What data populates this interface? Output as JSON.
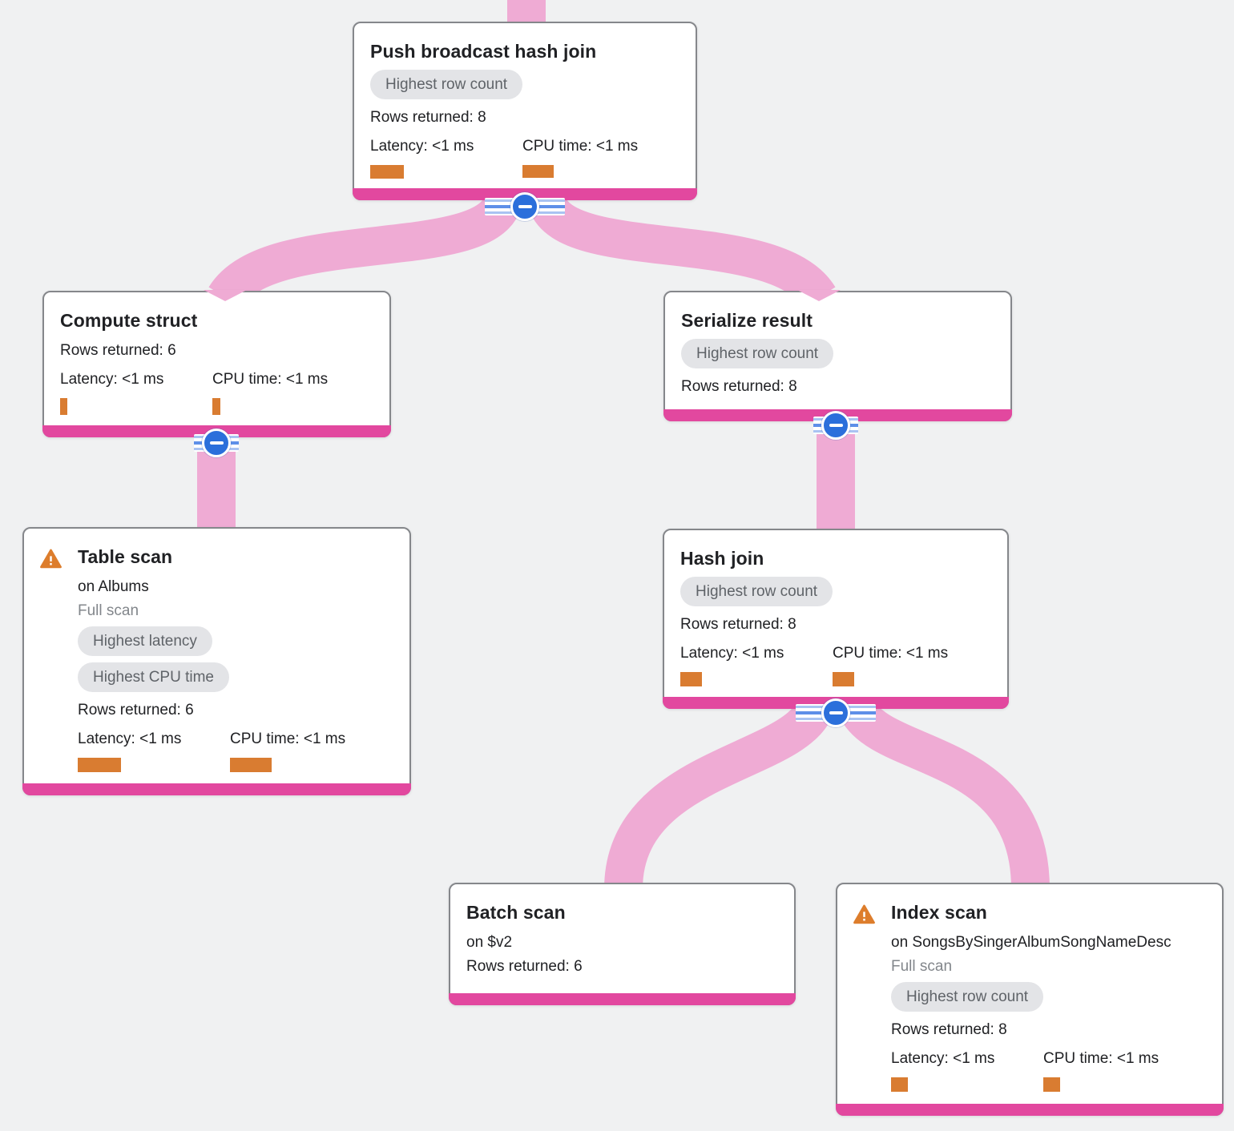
{
  "diagram": {
    "kind": "query-execution-plan-tree",
    "nodes": {
      "push": {
        "title": "Push broadcast hash join",
        "badge": "Highest row count",
        "rows": "Rows returned: 8",
        "latency": "Latency: <1 ms",
        "cpu": "CPU time: <1 ms"
      },
      "compute": {
        "title": "Compute struct",
        "rows": "Rows returned: 6",
        "latency": "Latency: <1 ms",
        "cpu": "CPU time: <1 ms"
      },
      "serialize": {
        "title": "Serialize result",
        "badge": "Highest row count",
        "rows": "Rows returned: 8"
      },
      "table": {
        "title": "Table scan",
        "target": "on Albums",
        "scan_type": "Full scan",
        "badge_latency": "Highest latency",
        "badge_cpu": "Highest CPU time",
        "rows": "Rows returned: 6",
        "latency": "Latency: <1 ms",
        "cpu": "CPU time: <1 ms"
      },
      "hash": {
        "title": "Hash join",
        "badge": "Highest row count",
        "rows": "Rows returned: 8",
        "latency": "Latency: <1 ms",
        "cpu": "CPU time: <1 ms"
      },
      "batch": {
        "title": "Batch scan",
        "target": "on $v2",
        "rows": "Rows returned: 6"
      },
      "index": {
        "title": "Index scan",
        "target": "on SongsBySingerAlbumSongNameDesc",
        "scan_type": "Full scan",
        "badge": "Highest row count",
        "rows": "Rows returned: 8",
        "latency": "Latency: <1 ms",
        "cpu": "CPU time: <1 ms"
      }
    },
    "edges": [
      {
        "from": "offscreen-top",
        "to": "push"
      },
      {
        "from": "push",
        "to": "compute"
      },
      {
        "from": "push",
        "to": "serialize"
      },
      {
        "from": "compute",
        "to": "table"
      },
      {
        "from": "serialize",
        "to": "hash"
      },
      {
        "from": "hash",
        "to": "batch"
      },
      {
        "from": "hash",
        "to": "index"
      }
    ],
    "icons": {
      "collapse": "minus-icon",
      "warning": "warning-triangle-icon"
    },
    "colors": {
      "background": "#F0F1F2",
      "card_border": "#85878B",
      "node_accent": "#E2489F",
      "edge_pink": "#EFABD4",
      "badge_bg": "#E3E4E7",
      "badge_text": "#5F6368",
      "metric_bar_orange": "#D97C31",
      "collapse_blue": "#2B6FDB",
      "muted_text": "#82868B"
    }
  }
}
